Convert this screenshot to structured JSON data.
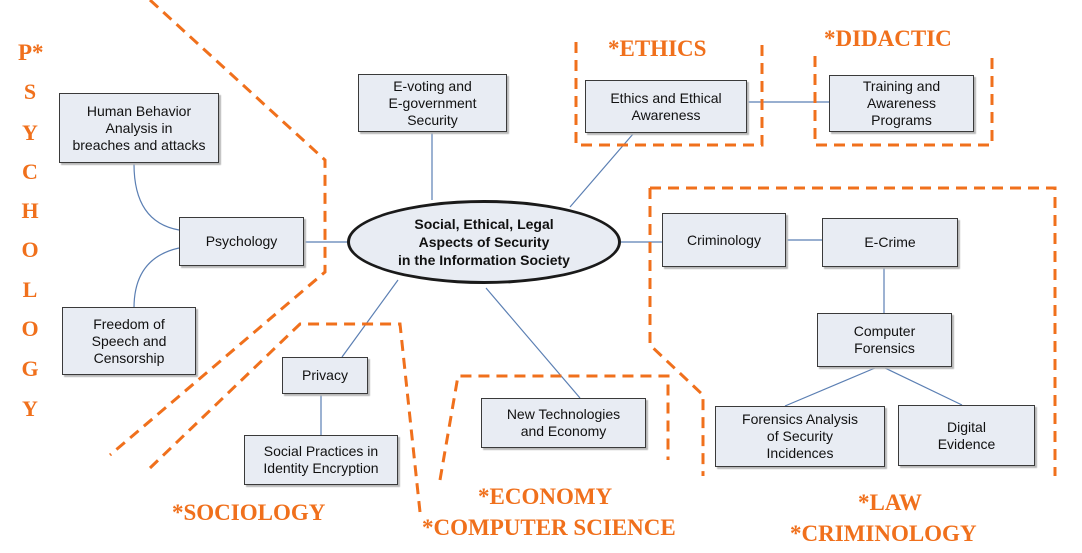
{
  "diagram": {
    "center": "Social, Ethical, Legal\nAspects of Security\nin the Information Society",
    "nodes": {
      "human_behavior": "Human Behavior\nAnalysis in\nbreaches and attacks",
      "psychology": "Psychology",
      "freedom": "Freedom of\nSpeech and\nCensorship",
      "evoting": "E-voting and\nE-government\nSecurity",
      "ethics": "Ethics and Ethical\nAwareness",
      "training": "Training and\nAwareness\nPrograms",
      "criminology": "Criminology",
      "ecrime": "E-Crime",
      "computer_forensics": "Computer\nForensics",
      "forensics_analysis": "Forensics Analysis\nof Security\nIncidences",
      "digital_evidence": "Digital\nEvidence",
      "privacy": "Privacy",
      "social_practices": "Social Practices in\nIdentity Encryption",
      "new_tech": "New Technologies\nand Economy"
    },
    "categories": {
      "psychology_prefix": "P*",
      "psychology_letters": [
        "S",
        "Y",
        "C",
        "H",
        "O",
        "L",
        "O",
        "G",
        "Y"
      ],
      "ethics": "*ETHICS",
      "didactic": "*DIDACTIC",
      "sociology": "*SOCIOLOGY",
      "economy": "*ECONOMY",
      "computer_science": "*COMPUTER SCIENCE",
      "law": "*LAW",
      "criminology": "*CRIMINOLOGY"
    },
    "colors": {
      "category": "#f0701c",
      "connector": "#5b7fb3",
      "box_fill": "#e8ecf3",
      "box_border": "#3a3a3a"
    }
  }
}
